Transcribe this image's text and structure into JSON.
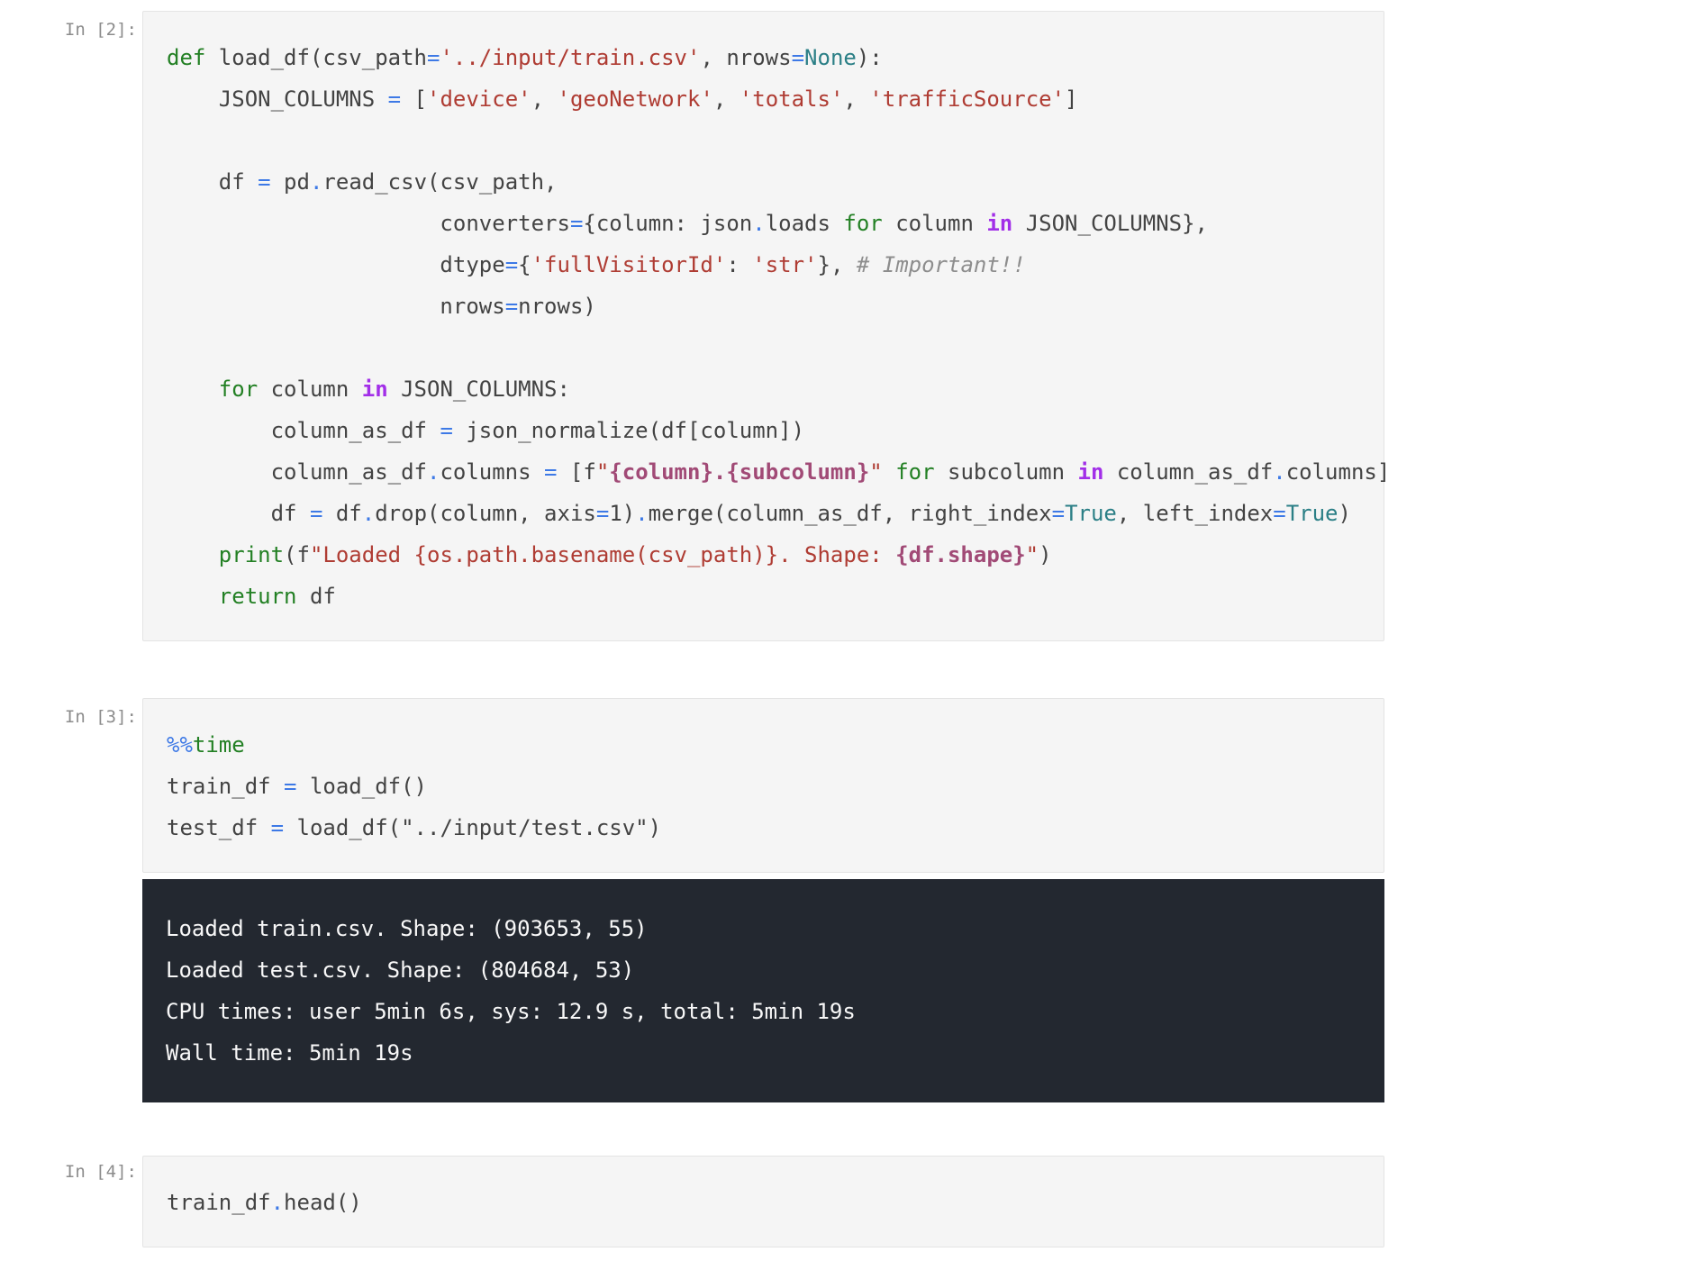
{
  "colors": {
    "keyword": "#238024",
    "operator": "#3d79e6",
    "string": "#af3c33",
    "constant": "#2b7f86",
    "comment": "#8d8d8d",
    "in_keyword": "#a22fe8",
    "interpolation": "#a14a76",
    "code_text": "#434343",
    "prompt_text": "#8c8c8c",
    "cell_bg": "#f5f5f5",
    "output_bg": "#232830",
    "output_text": "#f8f8f8"
  },
  "cells": [
    {
      "prompt": "In [2]:",
      "lines": [
        [
          {
            "c": "k",
            "t": "def"
          },
          {
            "c": "t",
            "t": " load_df(csv_path"
          },
          {
            "c": "o",
            "t": "="
          },
          {
            "c": "s",
            "t": "'../input/train.csv'"
          },
          {
            "c": "t",
            "t": ", nrows"
          },
          {
            "c": "o",
            "t": "="
          },
          {
            "c": "b",
            "t": "None"
          },
          {
            "c": "t",
            "t": "):"
          }
        ],
        [
          {
            "c": "t",
            "t": "    JSON_COLUMNS "
          },
          {
            "c": "o",
            "t": "="
          },
          {
            "c": "t",
            "t": " ["
          },
          {
            "c": "s",
            "t": "'device'"
          },
          {
            "c": "t",
            "t": ", "
          },
          {
            "c": "s",
            "t": "'geoNetwork'"
          },
          {
            "c": "t",
            "t": ", "
          },
          {
            "c": "s",
            "t": "'totals'"
          },
          {
            "c": "t",
            "t": ", "
          },
          {
            "c": "s",
            "t": "'trafficSource'"
          },
          {
            "c": "t",
            "t": "]"
          }
        ],
        [],
        [
          {
            "c": "t",
            "t": "    df "
          },
          {
            "c": "o",
            "t": "="
          },
          {
            "c": "t",
            "t": " pd"
          },
          {
            "c": "o",
            "t": "."
          },
          {
            "c": "t",
            "t": "read_csv(csv_path,"
          }
        ],
        [
          {
            "c": "t",
            "t": "                     converters"
          },
          {
            "c": "o",
            "t": "="
          },
          {
            "c": "t",
            "t": "{column: json"
          },
          {
            "c": "o",
            "t": "."
          },
          {
            "c": "t",
            "t": "loads "
          },
          {
            "c": "k",
            "t": "for"
          },
          {
            "c": "t",
            "t": " column "
          },
          {
            "c": "i",
            "t": "in"
          },
          {
            "c": "t",
            "t": " JSON_COLUMNS},"
          }
        ],
        [
          {
            "c": "t",
            "t": "                     dtype"
          },
          {
            "c": "o",
            "t": "="
          },
          {
            "c": "t",
            "t": "{"
          },
          {
            "c": "s",
            "t": "'fullVisitorId'"
          },
          {
            "c": "t",
            "t": ": "
          },
          {
            "c": "s",
            "t": "'str'"
          },
          {
            "c": "t",
            "t": "}, "
          },
          {
            "c": "c",
            "t": "# Important!!"
          }
        ],
        [
          {
            "c": "t",
            "t": "                     nrows"
          },
          {
            "c": "o",
            "t": "="
          },
          {
            "c": "t",
            "t": "nrows)"
          }
        ],
        [],
        [
          {
            "c": "t",
            "t": "    "
          },
          {
            "c": "k",
            "t": "for"
          },
          {
            "c": "t",
            "t": " column "
          },
          {
            "c": "i",
            "t": "in"
          },
          {
            "c": "t",
            "t": " JSON_COLUMNS:"
          }
        ],
        [
          {
            "c": "t",
            "t": "        column_as_df "
          },
          {
            "c": "o",
            "t": "="
          },
          {
            "c": "t",
            "t": " json_normalize(df[column])"
          }
        ],
        [
          {
            "c": "t",
            "t": "        column_as_df"
          },
          {
            "c": "o",
            "t": "."
          },
          {
            "c": "t",
            "t": "columns "
          },
          {
            "c": "o",
            "t": "="
          },
          {
            "c": "t",
            "t": " [f"
          },
          {
            "c": "s",
            "t": "\""
          },
          {
            "c": "f",
            "t": "{column}.{subcolumn}"
          },
          {
            "c": "s",
            "t": "\""
          },
          {
            "c": "t",
            "t": " "
          },
          {
            "c": "k",
            "t": "for"
          },
          {
            "c": "t",
            "t": " subcolumn "
          },
          {
            "c": "i",
            "t": "in"
          },
          {
            "c": "t",
            "t": " column_as_df"
          },
          {
            "c": "o",
            "t": "."
          },
          {
            "c": "t",
            "t": "columns]"
          }
        ],
        [
          {
            "c": "t",
            "t": "        df "
          },
          {
            "c": "o",
            "t": "="
          },
          {
            "c": "t",
            "t": " df"
          },
          {
            "c": "o",
            "t": "."
          },
          {
            "c": "t",
            "t": "drop(column, axis"
          },
          {
            "c": "o",
            "t": "="
          },
          {
            "c": "t",
            "t": "1)"
          },
          {
            "c": "o",
            "t": "."
          },
          {
            "c": "t",
            "t": "merge(column_as_df, right_index"
          },
          {
            "c": "o",
            "t": "="
          },
          {
            "c": "b",
            "t": "True"
          },
          {
            "c": "t",
            "t": ", left_index"
          },
          {
            "c": "o",
            "t": "="
          },
          {
            "c": "b",
            "t": "True"
          },
          {
            "c": "t",
            "t": ")"
          }
        ],
        [
          {
            "c": "t",
            "t": "    "
          },
          {
            "c": "k",
            "t": "print"
          },
          {
            "c": "t",
            "t": "(f"
          },
          {
            "c": "s",
            "t": "\"Loaded {os.path.basename(csv_path)}. Shape: "
          },
          {
            "c": "f",
            "t": "{df.shape}"
          },
          {
            "c": "s",
            "t": "\""
          },
          {
            "c": "t",
            "t": ")"
          }
        ],
        [
          {
            "c": "t",
            "t": "    "
          },
          {
            "c": "k",
            "t": "return"
          },
          {
            "c": "t",
            "t": " df"
          }
        ]
      ]
    },
    {
      "prompt": "In [3]:",
      "lines": [
        [
          {
            "c": "m",
            "t": "%%"
          },
          {
            "c": "k",
            "t": "time"
          }
        ],
        [
          {
            "c": "t",
            "t": "train_df "
          },
          {
            "c": "o",
            "t": "="
          },
          {
            "c": "t",
            "t": " load_df()"
          }
        ],
        [
          {
            "c": "t",
            "t": "test_df "
          },
          {
            "c": "o",
            "t": "="
          },
          {
            "c": "t",
            "t": " load_df(\"../input/test.csv\")"
          }
        ]
      ],
      "output": {
        "lines": [
          "Loaded train.csv. Shape: (903653, 55)",
          "Loaded test.csv. Shape: (804684, 53)",
          "CPU times: user 5min 6s, sys: 12.9 s, total: 5min 19s",
          "Wall time: 5min 19s"
        ]
      }
    },
    {
      "prompt": "In [4]:",
      "lines": [
        [
          {
            "c": "t",
            "t": "train_df"
          },
          {
            "c": "o",
            "t": "."
          },
          {
            "c": "t",
            "t": "head()"
          }
        ]
      ]
    }
  ]
}
